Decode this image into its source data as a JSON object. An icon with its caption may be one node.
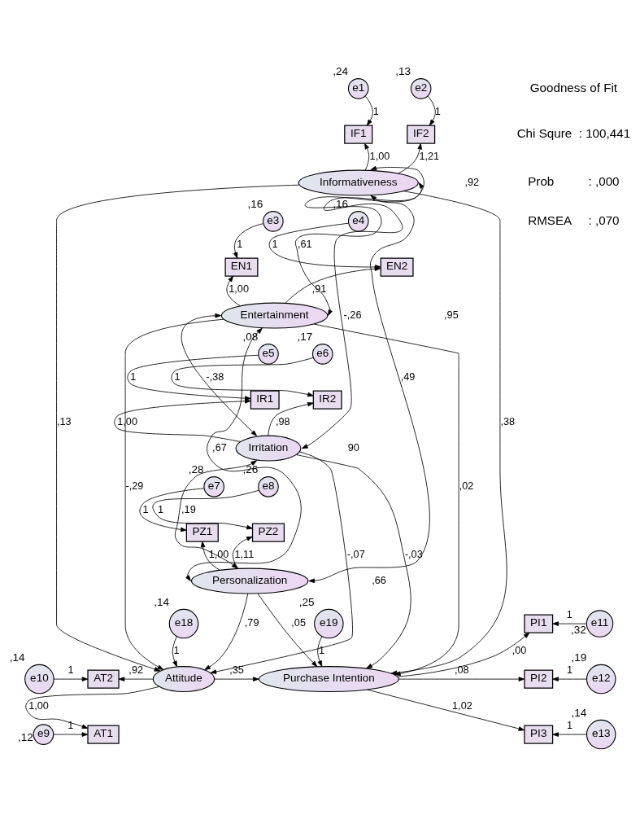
{
  "diagram": {
    "nodes": [
      {
        "text": [
          "e1"
        ],
        "beside": [
          ",24"
        ]
      },
      {
        "text": [
          "e2"
        ],
        "beside": [
          ",13"
        ]
      },
      {
        "text": [
          "IF1"
        ]
      },
      {
        "text": [
          "IF2"
        ]
      },
      {
        "text": [
          "Informativeness"
        ]
      },
      {
        "text": [
          "e3"
        ],
        "beside": [
          ",16"
        ]
      },
      {
        "text": [
          "e4"
        ],
        "beside": [
          ",16"
        ]
      },
      {
        "text": [
          "EN1"
        ]
      },
      {
        "text": [
          "EN2"
        ]
      },
      {
        "text": [
          "Entertainment"
        ]
      },
      {
        "text": [
          "e5"
        ],
        "beside": [
          ",08"
        ]
      },
      {
        "text": [
          "e6"
        ],
        "beside": [
          ",17"
        ]
      },
      {
        "text": [
          "IR1"
        ]
      },
      {
        "text": [
          "IR2"
        ]
      },
      {
        "text": [
          "Irritation"
        ]
      },
      {
        "text": [
          "e7"
        ],
        "beside": [
          ",28"
        ]
      },
      {
        "text": [
          "e8"
        ],
        "beside": [
          ",26"
        ]
      },
      {
        "text": [
          "PZ1"
        ]
      },
      {
        "text": [
          "PZ2"
        ]
      },
      {
        "text": [
          "Personalization"
        ]
      },
      {
        "text": [
          "e18"
        ],
        "beside": [
          ",14"
        ]
      },
      {
        "text": [
          "Attitude"
        ]
      },
      {
        "text": [
          "e19"
        ],
        "beside": [
          ",25"
        ]
      },
      {
        "text": [
          "Purchase Intention"
        ]
      },
      {
        "text": [
          "e10"
        ],
        "beside": [
          ",14"
        ]
      },
      {
        "text": [
          "AT2"
        ]
      },
      {
        "text": [
          "e9"
        ],
        "beside": [
          ",12"
        ]
      },
      {
        "text": [
          "AT1"
        ]
      },
      {
        "text": [
          "PI1"
        ]
      },
      {
        "text": [
          "e11"
        ],
        "beside": [
          ",32"
        ]
      },
      {
        "text": [
          "PI2"
        ]
      },
      {
        "text": [
          "e12"
        ],
        "beside": [
          ",19"
        ]
      },
      {
        "text": [
          "PI3"
        ]
      },
      {
        "text": [
          "e13"
        ],
        "beside": [
          ",14"
        ]
      }
    ],
    "edges": [
      {
        "from": 0,
        "to": 2,
        "arrow": "to",
        "label": "1"
      },
      {
        "from": 1,
        "to": 3,
        "arrow": "to",
        "label": "1"
      },
      {
        "from": 4,
        "to": 2,
        "arrow": "to",
        "label": "1,00"
      },
      {
        "from": 4,
        "to": 3,
        "arrow": "to",
        "label": "1,21"
      },
      {
        "from": 5,
        "to": 7,
        "arrow": "to",
        "label": "1"
      },
      {
        "from": 6,
        "to": 8,
        "arrow": "to",
        "label": "1"
      },
      {
        "from": 9,
        "to": 7,
        "arrow": "to",
        "label": "1,00"
      },
      {
        "from": 9,
        "to": 8,
        "arrow": "to",
        "label": ",91"
      },
      {
        "from": 10,
        "to": 12,
        "arrow": "to",
        "label": "1"
      },
      {
        "from": 11,
        "to": 13,
        "arrow": "to",
        "label": "1"
      },
      {
        "from": 14,
        "to": 12,
        "arrow": "to",
        "label": "1,00"
      },
      {
        "from": 14,
        "to": 13,
        "arrow": "to",
        "label": ",98"
      },
      {
        "from": 15,
        "to": 17,
        "arrow": "to",
        "label": "1"
      },
      {
        "from": 16,
        "to": 18,
        "arrow": "to",
        "label": "1"
      },
      {
        "from": 19,
        "to": 17,
        "arrow": "to",
        "label": "1,00"
      },
      {
        "from": 19,
        "to": 18,
        "arrow": "to",
        "label": "1,11"
      },
      {
        "from": 4,
        "to": 9,
        "arrow": "both",
        "label": ",61"
      },
      {
        "from": 4,
        "to": 14,
        "arrow": "both",
        "label": "-,26"
      },
      {
        "from": 4,
        "to": 19,
        "arrow": "both",
        "label": ",49"
      },
      {
        "from": 9,
        "to": 14,
        "arrow": "both",
        "label": "-,38"
      },
      {
        "from": 9,
        "to": 19,
        "arrow": "both",
        "label": ",67"
      },
      {
        "from": 14,
        "to": 19,
        "arrow": "both",
        "label": ",19"
      },
      {
        "from": 4,
        "to": 21,
        "arrow": "to",
        "label": ",13"
      },
      {
        "from": 4,
        "to": 23,
        "arrow": "to",
        "label": ",38"
      },
      {
        "from": 9,
        "to": 21,
        "arrow": "to",
        "label": "-,29"
      },
      {
        "from": 9,
        "to": 23,
        "arrow": "to",
        "label": ",02"
      },
      {
        "from": 14,
        "to": 21,
        "arrow": "to",
        "label": "-,07"
      },
      {
        "from": 14,
        "to": 23,
        "arrow": "to",
        "label": "-,03"
      },
      {
        "from": 19,
        "to": 21,
        "arrow": "to",
        "label": ",79"
      },
      {
        "from": 19,
        "to": 23,
        "arrow": "to",
        "label": ",05"
      },
      {
        "from": 21,
        "to": 23,
        "arrow": "to",
        "label": ",35"
      },
      {
        "from": 20,
        "to": 21,
        "arrow": "to",
        "label": "1"
      },
      {
        "from": 22,
        "to": 23,
        "arrow": "to",
        "label": "1"
      },
      {
        "from": 21,
        "to": 25,
        "arrow": "to",
        "label": ",92"
      },
      {
        "from": 21,
        "to": 27,
        "arrow": "to",
        "label": "1,00"
      },
      {
        "from": 24,
        "to": 25,
        "arrow": "to",
        "label": "1"
      },
      {
        "from": 26,
        "to": 27,
        "arrow": "to",
        "label": "1"
      },
      {
        "from": 23,
        "to": 28,
        "arrow": "to",
        "label": ",00"
      },
      {
        "from": 23,
        "to": 30,
        "arrow": "to",
        "label": ",08"
      },
      {
        "from": 23,
        "to": 32,
        "arrow": "to",
        "label": "1,02"
      },
      {
        "from": 29,
        "to": 28,
        "arrow": "to",
        "label": "1"
      },
      {
        "from": 31,
        "to": 30,
        "arrow": "to",
        "label": "1"
      },
      {
        "from": 33,
        "to": 32,
        "arrow": "to",
        "label": "1"
      }
    ],
    "labels": [
      "Goodness of Fit",
      "Chi Squre  : 100,441",
      "Prob          : ,000",
      "RMSEA     : ,070",
      ",92",
      ",95",
      "90",
      ",66"
    ]
  }
}
